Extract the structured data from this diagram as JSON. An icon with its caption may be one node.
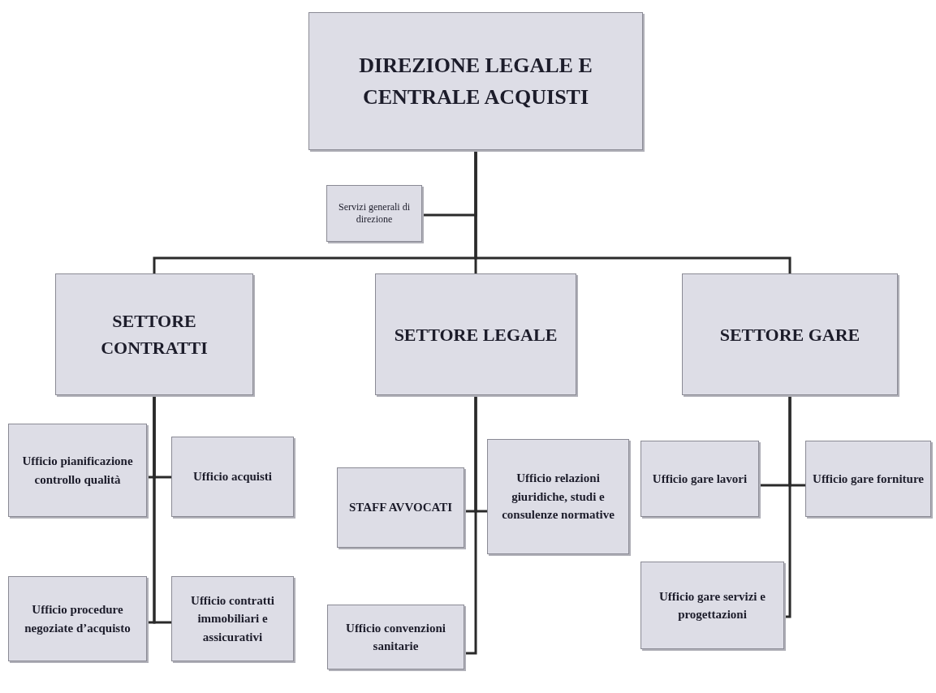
{
  "diagram": {
    "nodes": [
      {
        "text": [
          "DIREZIONE LEGALE E CENTRALE ACQUISTI"
        ]
      },
      {
        "text": [
          "Servizi generali di direzione"
        ]
      },
      {
        "text": [
          "SETTORE CONTRATTI"
        ]
      },
      {
        "text": [
          "SETTORE LEGALE"
        ]
      },
      {
        "text": [
          "SETTORE GARE"
        ]
      },
      {
        "text": [
          "Ufficio pianificazione controllo qualità"
        ]
      },
      {
        "text": [
          "Ufficio acquisti"
        ]
      },
      {
        "text": [
          "Ufficio procedure negoziate d’acquisto"
        ]
      },
      {
        "text": [
          "Ufficio contratti immobiliari e assicurativi"
        ]
      },
      {
        "text": [
          "STAFF AVVOCATI"
        ]
      },
      {
        "text": [
          "Ufficio relazioni giuridiche, studi e consulenze normative"
        ]
      },
      {
        "text": [
          "Ufficio convenzioni sanitarie"
        ]
      },
      {
        "text": [
          "Ufficio gare lavori"
        ]
      },
      {
        "text": [
          "Ufficio gare forniture"
        ]
      },
      {
        "text": [
          "Ufficio gare servizi e progettazioni"
        ]
      }
    ],
    "edges": [
      {
        "from": 0,
        "to": 1,
        "arrow": "none"
      },
      {
        "from": 0,
        "to": 2,
        "arrow": "none"
      },
      {
        "from": 0,
        "to": 3,
        "arrow": "none"
      },
      {
        "from": 0,
        "to": 4,
        "arrow": "none"
      },
      {
        "from": 2,
        "to": 5,
        "arrow": "none"
      },
      {
        "from": 2,
        "to": 6,
        "arrow": "none"
      },
      {
        "from": 2,
        "to": 7,
        "arrow": "none"
      },
      {
        "from": 2,
        "to": 8,
        "arrow": "none"
      },
      {
        "from": 3,
        "to": 9,
        "arrow": "none"
      },
      {
        "from": 3,
        "to": 10,
        "arrow": "none"
      },
      {
        "from": 3,
        "to": 11,
        "arrow": "none"
      },
      {
        "from": 4,
        "to": 12,
        "arrow": "none"
      },
      {
        "from": 4,
        "to": 13,
        "arrow": "none"
      },
      {
        "from": 4,
        "to": 14,
        "arrow": "none"
      }
    ]
  }
}
